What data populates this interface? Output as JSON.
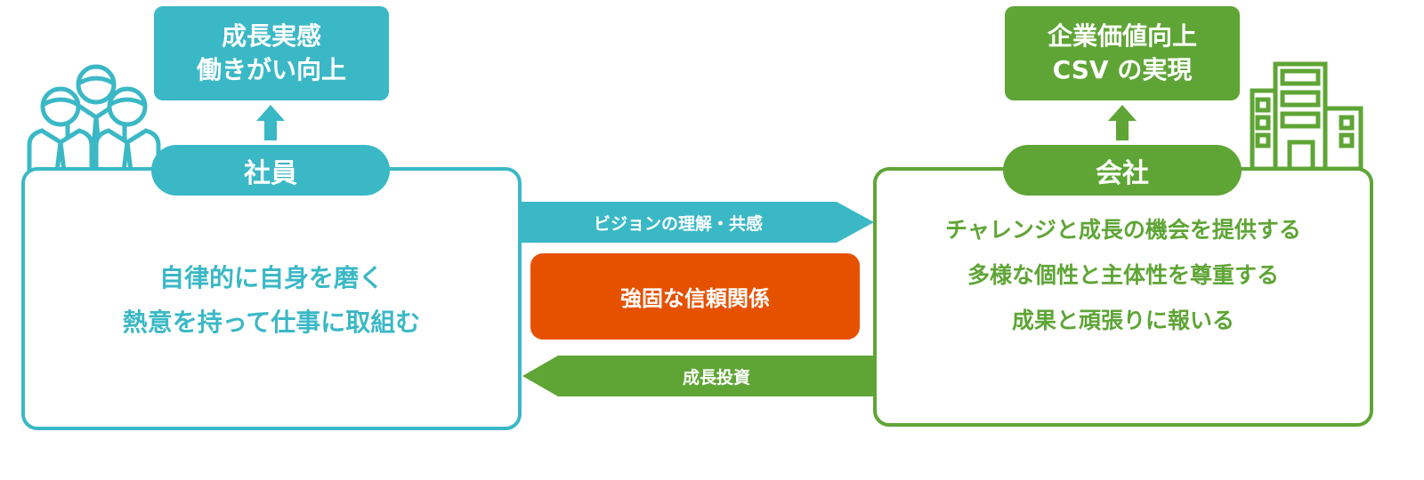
{
  "colors": {
    "employee": "#3bb8c6",
    "company": "#5fa536",
    "trust": "#e65100"
  },
  "employee": {
    "outcome": [
      "成長実感",
      "働きがい向上"
    ],
    "label": "社員",
    "statements": [
      "自律的に自身を磨く",
      "熱意を持って仕事に取組む"
    ]
  },
  "company": {
    "outcome": [
      "企業価値向上",
      "CSV の実現"
    ],
    "label": "会社",
    "statements": [
      "チャレンジと成長の機会を提供する",
      "多様な個性と主体性を尊重する",
      "成果と頑張りに報いる"
    ]
  },
  "flows": {
    "to_company": "ビジョンの理解・共感",
    "to_employee": "成長投資"
  },
  "center": {
    "label": "強固な信頼関係"
  }
}
